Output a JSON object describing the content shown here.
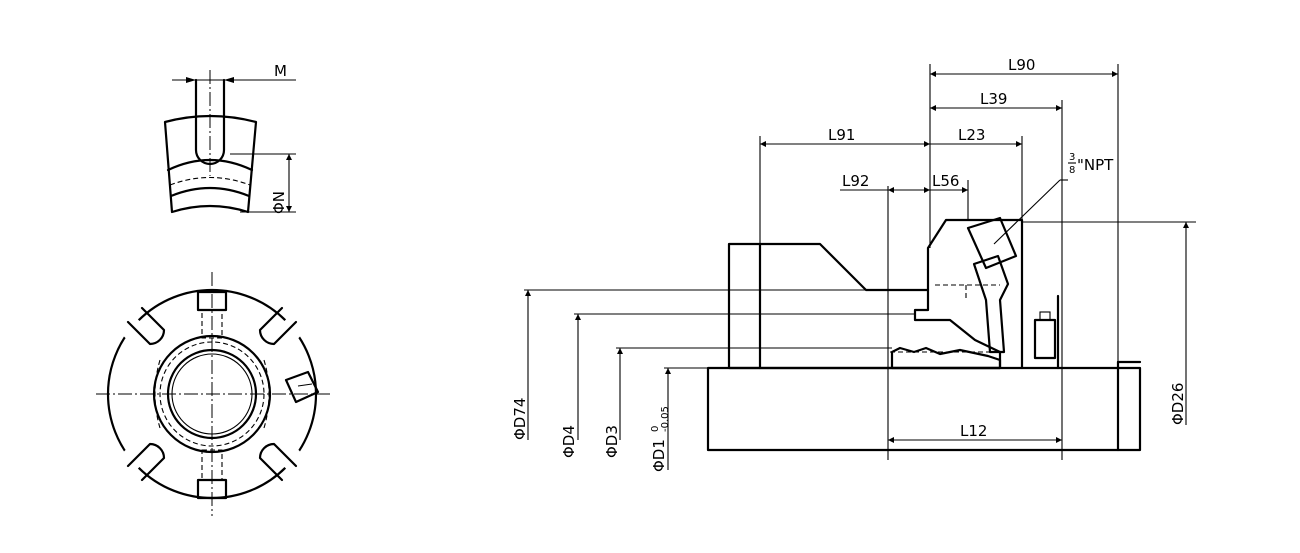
{
  "labels": {
    "M": "M",
    "phi_N": "ΦN",
    "L90": "L90",
    "L39": "L39",
    "L91": "L91",
    "L23": "L23",
    "L92": "L92",
    "L56": "L56",
    "L12": "L12",
    "npt": "\"NPT",
    "npt_num": "3",
    "npt_den": "8",
    "phi_D74": "ΦD74",
    "phi_D4": "ΦD4",
    "phi_D3": "ΦD3",
    "phi_D1": "ΦD1",
    "d1_tol_upper": "0",
    "d1_tol_lower": "-0.05",
    "phi_D26": "ΦD26"
  },
  "colors": {
    "line": "#000000",
    "background": "#ffffff"
  }
}
